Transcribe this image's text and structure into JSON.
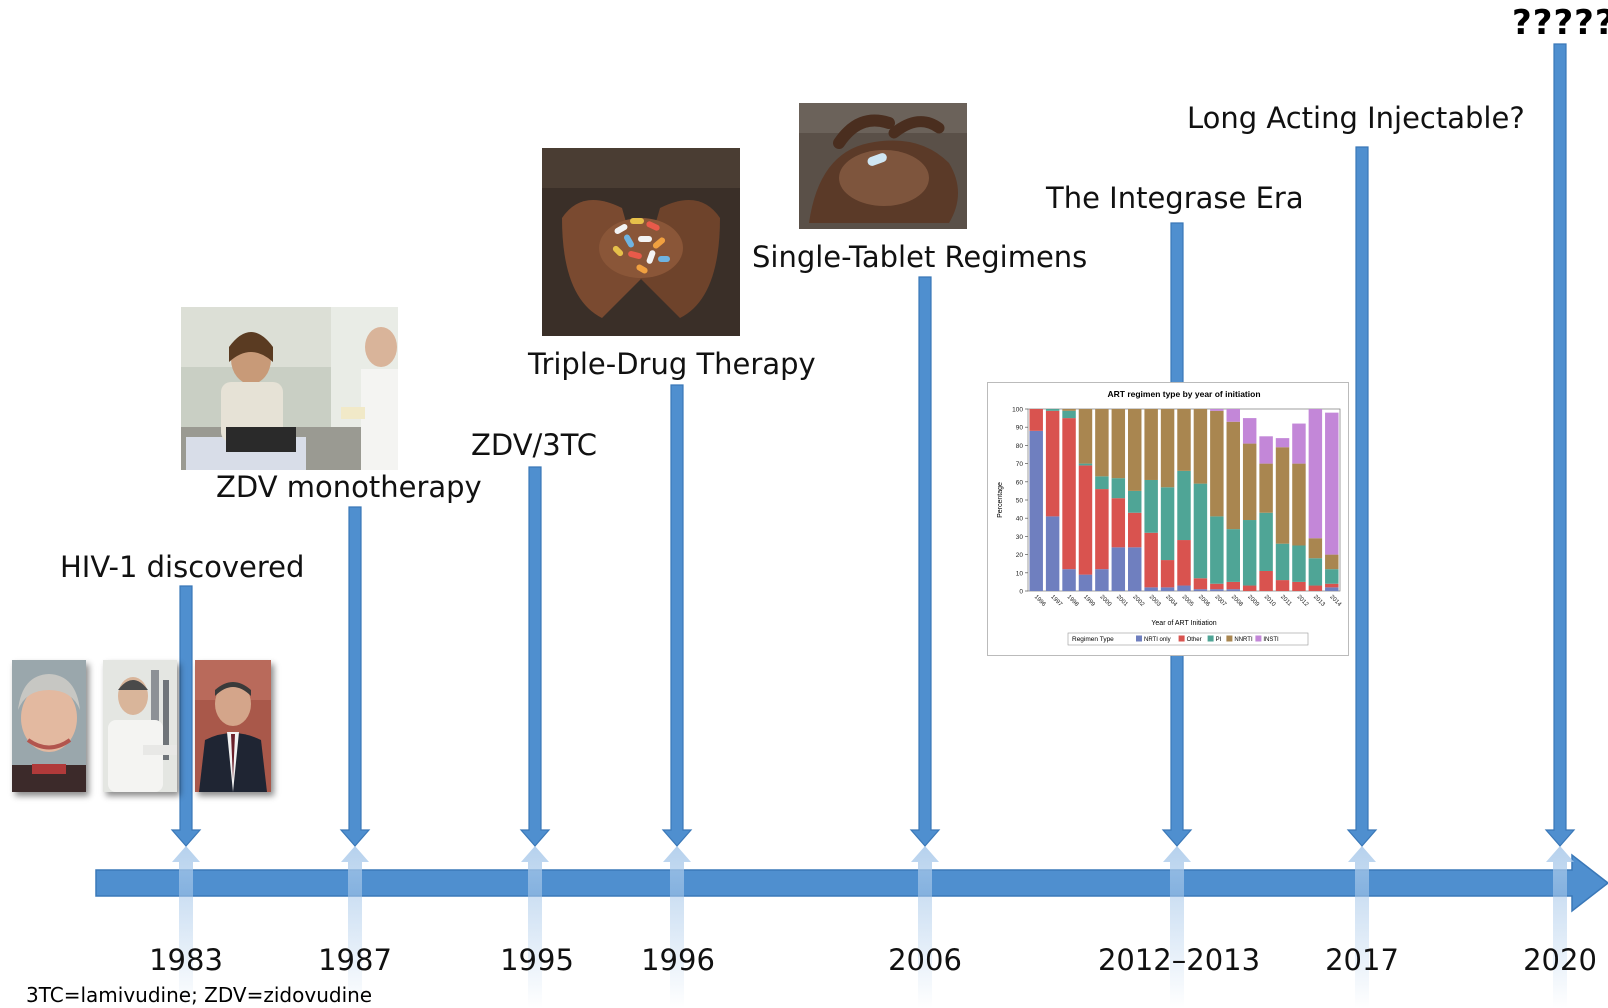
{
  "timeline": {
    "events": [
      {
        "year": "1983",
        "label": "HIV-1 discovered"
      },
      {
        "year": "1987",
        "label": "ZDV monotherapy"
      },
      {
        "year": "1995",
        "label": "ZDV/3TC"
      },
      {
        "year": "1996",
        "label": "Triple-Drug Therapy"
      },
      {
        "year": "2006",
        "label": "Single-Tablet Regimens"
      },
      {
        "year": "2012–2013",
        "label": "The Integrase Era"
      },
      {
        "year": "2017",
        "label": "Long Acting Injectable?"
      },
      {
        "year": "2020",
        "label": "?????"
      }
    ],
    "footnote": "3TC=lamivudine; ZDV=zidovudine",
    "colors": {
      "arrow": "#4f8fcf",
      "arrow_edge": "#3a78b8",
      "ghost": "#a9c9ea"
    }
  },
  "chart_data": {
    "type": "bar",
    "stacked": true,
    "title": "ART regimen type by year of initiation",
    "xlabel": "Year of ART Initiation",
    "ylabel": "Percentage",
    "ylim": [
      0,
      100
    ],
    "yticks": [
      0,
      10,
      20,
      30,
      40,
      50,
      60,
      70,
      80,
      90,
      100
    ],
    "legend_title": "Regimen Type",
    "legend_position": "bottom",
    "categories": [
      "1996",
      "1997",
      "1998",
      "1999",
      "2000",
      "2001",
      "2002",
      "2003",
      "2004",
      "2005",
      "2006",
      "2007",
      "2008",
      "2009",
      "2010",
      "2011",
      "2012",
      "2013",
      "2014"
    ],
    "series": [
      {
        "name": "NRTI only",
        "color": "#6f7fbf",
        "values": [
          88,
          41,
          12,
          9,
          12,
          24,
          24,
          2,
          2,
          3,
          1,
          1,
          1,
          0,
          0,
          0,
          0,
          0,
          2
        ]
      },
      {
        "name": "Other",
        "color": "#d9534f",
        "values": [
          12,
          58,
          83,
          60,
          44,
          27,
          19,
          30,
          15,
          25,
          6,
          3,
          4,
          3,
          11,
          6,
          5,
          3,
          2
        ]
      },
      {
        "name": "PI",
        "color": "#4fa596",
        "values": [
          0,
          1,
          4,
          1,
          7,
          11,
          12,
          29,
          40,
          38,
          52,
          37,
          29,
          36,
          32,
          20,
          20,
          15,
          8
        ]
      },
      {
        "name": "NNRTI",
        "color": "#a98650",
        "values": [
          0,
          0,
          1,
          30,
          37,
          38,
          45,
          39,
          43,
          34,
          41,
          58,
          59,
          42,
          27,
          53,
          45,
          11,
          8
        ]
      },
      {
        "name": "INSTI",
        "color": "#c387d8",
        "values": [
          0,
          0,
          0,
          0,
          0,
          0,
          0,
          0,
          0,
          0,
          0,
          1,
          7,
          14,
          15,
          5,
          22,
          71,
          78
        ]
      }
    ]
  }
}
